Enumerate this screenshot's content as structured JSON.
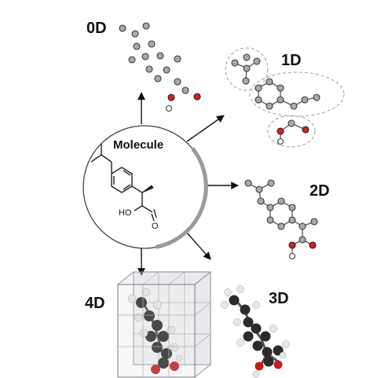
{
  "labels": {
    "d0": "0D",
    "d1": "1D",
    "d2": "2D",
    "d3": "3D",
    "d4": "4D"
  },
  "center": {
    "title": "Molecule",
    "acid_label": "HO",
    "acid_o": "O"
  },
  "colors": {
    "carbon": "#a9a9a9",
    "oxygen": "#c0282b",
    "hydrogen": "#ffffff",
    "ink": "#111111"
  }
}
